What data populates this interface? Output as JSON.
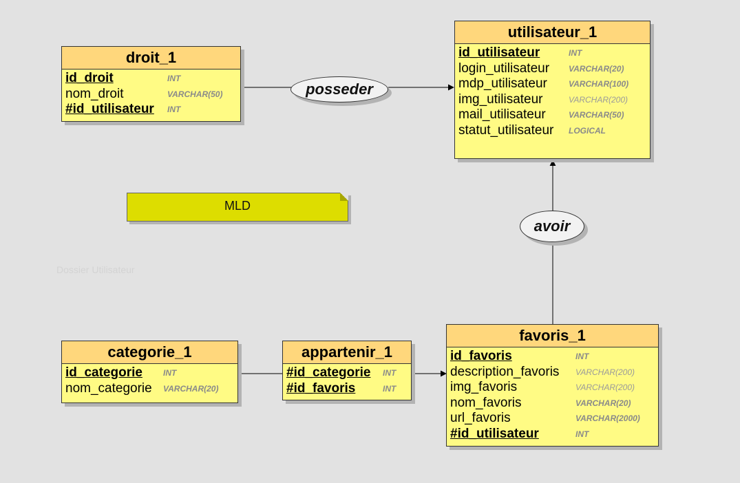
{
  "entities": {
    "droit": {
      "title": "droit_1",
      "fields": [
        {
          "name": "id_droit",
          "type": "INT"
        },
        {
          "name": "nom_droit",
          "type": "VARCHAR(50)"
        },
        {
          "name": "#id_utilisateur",
          "type": "INT"
        }
      ]
    },
    "utilisateur": {
      "title": "utilisateur_1",
      "fields": [
        {
          "name": "id_utilisateur",
          "type": "INT"
        },
        {
          "name": "login_utilisateur",
          "type": "VARCHAR(20)"
        },
        {
          "name": "mdp_utilisateur",
          "type": "VARCHAR(100)"
        },
        {
          "name": "img_utilisateur",
          "type": "VARCHAR(200)"
        },
        {
          "name": "mail_utilisateur",
          "type": "VARCHAR(50)"
        },
        {
          "name": "statut_utilisateur",
          "type": "LOGICAL"
        }
      ]
    },
    "categorie": {
      "title": "categorie_1",
      "fields": [
        {
          "name": "id_categorie",
          "type": "INT"
        },
        {
          "name": "nom_categorie",
          "type": "VARCHAR(20)"
        }
      ]
    },
    "appartenir": {
      "title": "appartenir_1",
      "fields": [
        {
          "name": "#id_categorie",
          "type": "INT"
        },
        {
          "name": "#id_favoris",
          "type": "INT"
        }
      ]
    },
    "favoris": {
      "title": "favoris_1",
      "fields": [
        {
          "name": "id_favoris",
          "type": "INT"
        },
        {
          "name": "description_favoris",
          "type": "VARCHAR(200)"
        },
        {
          "name": "img_favoris",
          "type": "VARCHAR(200)"
        },
        {
          "name": "nom_favoris",
          "type": "VARCHAR(20)"
        },
        {
          "name": "url_favoris",
          "type": "VARCHAR(2000)"
        },
        {
          "name": "#id_utilisateur",
          "type": "INT"
        }
      ]
    }
  },
  "associations": {
    "posseder": "posseder",
    "avoir": "avoir"
  },
  "note": "MLD",
  "watermark": "Dossier Utilisateur",
  "colors": {
    "background": "#e2e2e2",
    "entity_body": "#fffb84",
    "entity_header": "#ffd77c",
    "note": "#dddd00",
    "association": "#f2f2f2"
  }
}
